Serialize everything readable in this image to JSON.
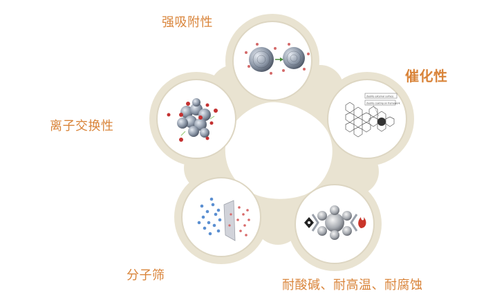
{
  "labels": {
    "adsorption": "强吸附性",
    "catalysis": "催化性",
    "ion_exchange": "离子交换性",
    "molecular_sieve": "分子筛",
    "resistance": "耐酸碱、耐高温、耐腐蚀"
  },
  "callouts": {
    "outer_surface": "Zeolite external surface",
    "coating_line": "Zeolite coating on framework"
  },
  "colors": {
    "ring_fill": "#ebe6d6",
    "ring_edge": "#d8d1bb",
    "label": "#d9843a",
    "circle_fill": "#ffffff"
  },
  "icons": {
    "adsorption": "zeolite-adsorption-spheres-icon",
    "catalysis": "zeolite-framework-catalysis-icon",
    "ion_exchange": "ion-exchange-cluster-icon",
    "molecular_sieve": "molecular-sieve-membrane-icon",
    "resistance": "heat-acid-resistance-icon"
  }
}
